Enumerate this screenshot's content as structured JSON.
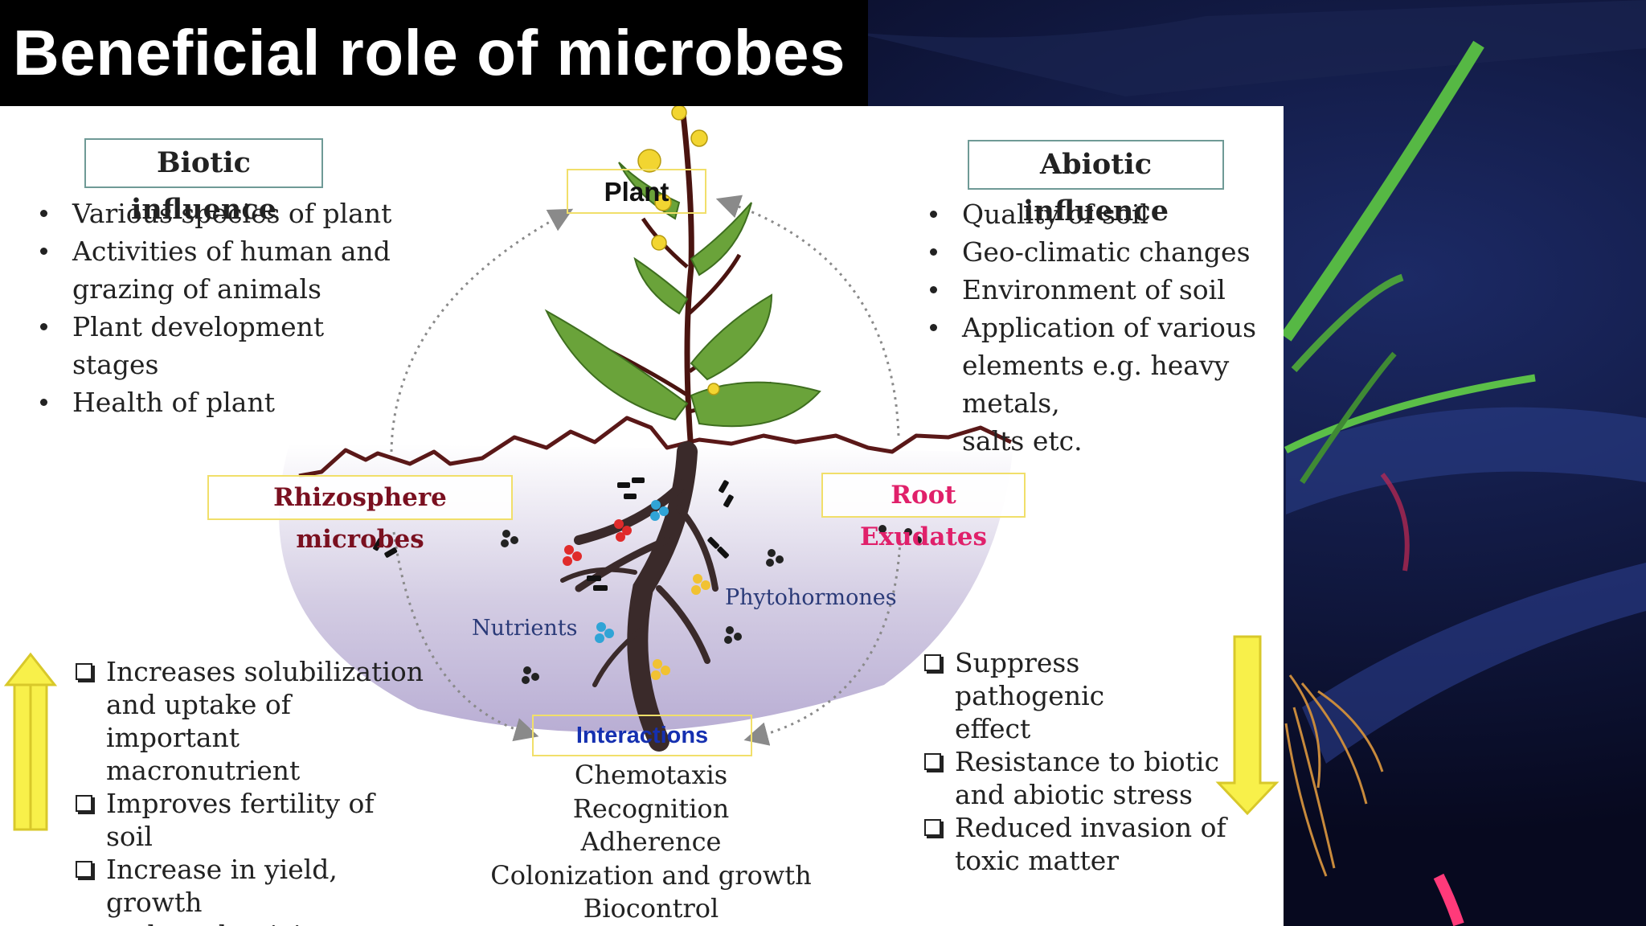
{
  "slide": {
    "title": "Beneficial role of microbes"
  },
  "diagram": {
    "biotic": {
      "heading": "Biotic influence",
      "items": [
        "Various species of plant",
        "Activities of human and",
        "grazing of animals",
        "Plant development stages",
        "Health of plant"
      ]
    },
    "abiotic": {
      "heading": "Abiotic influence",
      "items": [
        "Quality of soil",
        "Geo-climatic changes",
        "Environment of soil",
        "Application of various",
        "elements e.g. heavy metals,",
        "salts etc."
      ]
    },
    "plant_label": "Plant",
    "rhizosphere_label": "Rhizosphere microbes",
    "root_exudates_label": "Root Exudates",
    "interactions_label": "Interactions",
    "nutrients_label": "Nutrients",
    "phytohormones_label": "Phytohormones",
    "increases": [
      "Increases solubilization",
      "and uptake of important",
      "macronutrient",
      "Improves fertility of soil",
      "Increase in yield, growth",
      "and productivity"
    ],
    "decreases": [
      "Suppress pathogenic",
      "effect",
      "Resistance to biotic",
      "and abiotic stress",
      "Reduced invasion of",
      "toxic matter"
    ],
    "interactions": [
      "Chemotaxis",
      "Recognition",
      "Adherence",
      "Colonization and growth",
      "Biocontrol"
    ]
  },
  "colors": {
    "rhizosphere_label": "#7a1020",
    "root_exudates_label": "#e0206a",
    "interactions_label": "#1530b0",
    "soil_line": "#5a1818",
    "arrow_fill": "#f8f04a",
    "leaf": "#6aa33a"
  }
}
